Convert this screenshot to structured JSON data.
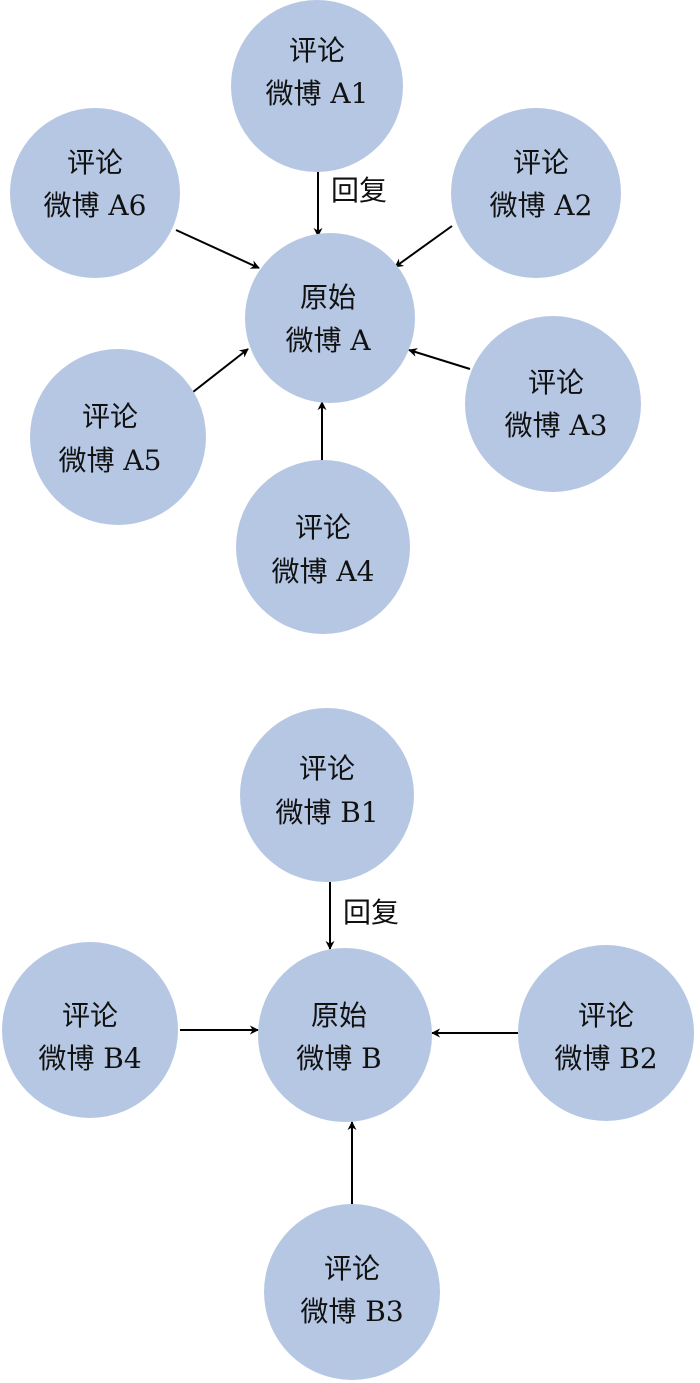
{
  "colors": {
    "node_fill": "#b5c7e3",
    "arrow": "#000000",
    "text": "#111111"
  },
  "diagrams": [
    {
      "id": "a",
      "center": {
        "line1": "原始",
        "line2": "微博 A"
      },
      "reply_label": "回复",
      "comments": [
        {
          "id": "a1",
          "line1": "评论",
          "line2": "微博 A1"
        },
        {
          "id": "a2",
          "line1": "评论",
          "line2": "微博 A2"
        },
        {
          "id": "a3",
          "line1": "评论",
          "line2": "微博 A3"
        },
        {
          "id": "a4",
          "line1": "评论",
          "line2": "微博 A4"
        },
        {
          "id": "a5",
          "line1": "评论",
          "line2": "微博 A5"
        },
        {
          "id": "a6",
          "line1": "评论",
          "line2": "微博 A6"
        }
      ]
    },
    {
      "id": "b",
      "center": {
        "line1": "原始",
        "line2": "微博 B"
      },
      "reply_label": "回复",
      "comments": [
        {
          "id": "b1",
          "line1": "评论",
          "line2": "微博 B1"
        },
        {
          "id": "b2",
          "line1": "评论",
          "line2": "微博 B2"
        },
        {
          "id": "b3",
          "line1": "评论",
          "line2": "微博 B3"
        },
        {
          "id": "b4",
          "line1": "评论",
          "line2": "微博 B4"
        }
      ]
    }
  ]
}
